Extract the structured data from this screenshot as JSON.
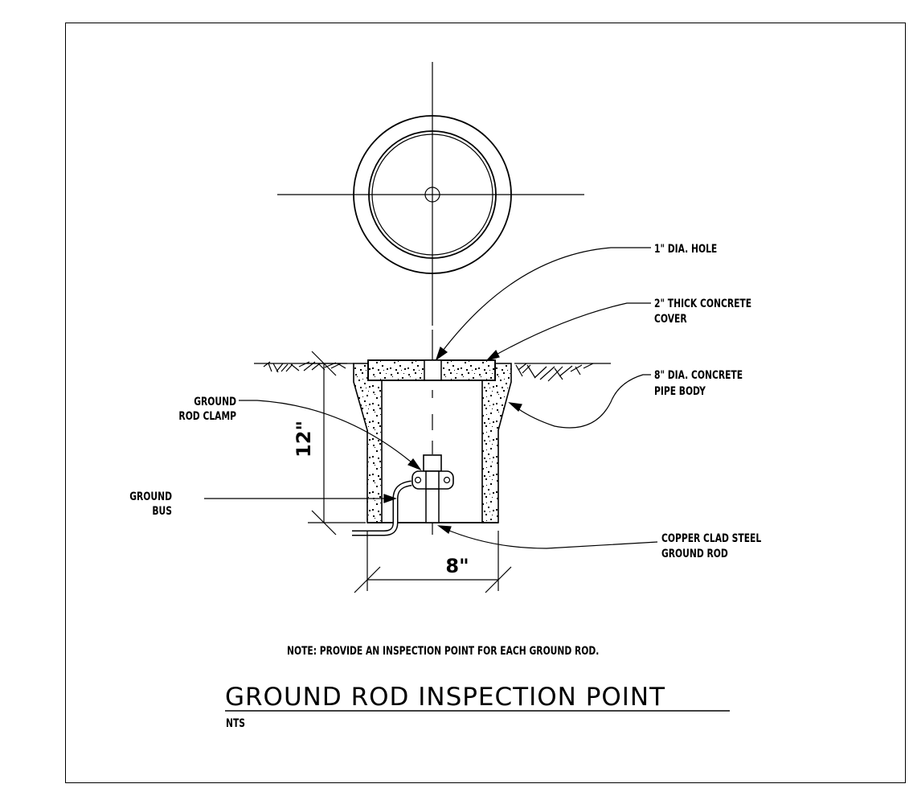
{
  "labels": {
    "hole": "1\" DIA. HOLE",
    "cover_line1": "2\" THICK CONCRETE",
    "cover_line2": "COVER",
    "pipe_line1": "8\" DIA. CONCRETE",
    "pipe_line2": "PIPE BODY",
    "clamp_line1": "GROUND",
    "clamp_line2": "ROD CLAMP",
    "bus_line1": "GROUND",
    "bus_line2": "BUS",
    "rod_line1": "COPPER CLAD STEEL",
    "rod_line2": "GROUND ROD"
  },
  "dimensions": {
    "height": "12\"",
    "width": "8\""
  },
  "note": "NOTE: PROVIDE AN INSPECTION POINT FOR EACH GROUND ROD.",
  "title": "GROUND ROD INSPECTION POINT",
  "scale": "NTS"
}
